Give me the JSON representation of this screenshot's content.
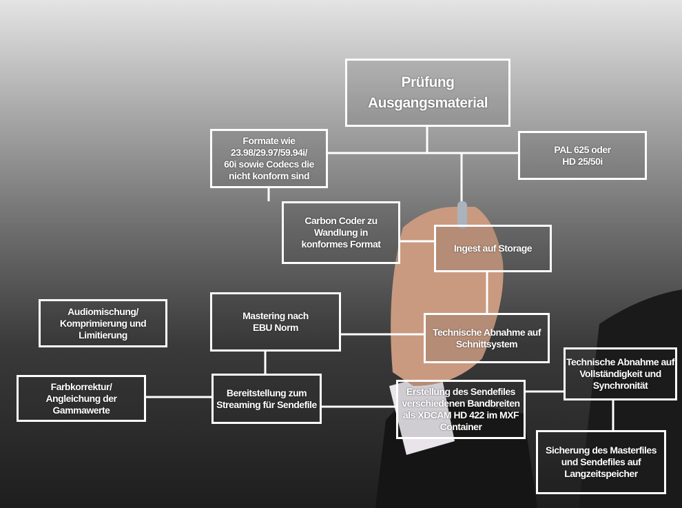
{
  "nodes": {
    "pruefung": "Prüfung\nAusgangsmaterial",
    "formate": "Formate wie\n23.98/29.97/59.94i/\n60i sowie Codecs die\nnicht konform sind",
    "pal": "PAL 625 oder\nHD 25/50i",
    "carbon": "Carbon Coder zu\nWandlung in\nkonformes Format",
    "ingest": "Ingest auf Storage",
    "audio": "Audiomischung/\nKomprimierung und\nLimitierung",
    "mastering": "Mastering nach\nEBU Norm",
    "technik_schnitt": "Technische Abnahme auf\nSchnittsystem",
    "farb": "Farbkorrektur/\nAngleichung der\nGammawerte",
    "bereitstellung": "Bereitstellung zum\nStreaming für Sendefile",
    "erstellung": "Erstellung des Sendefiles\nverschiedenen Bandbreiten\nals XDCAM HD 422 im MXF\nContainer",
    "technik_voll": "Technische Abnahme auf\nVollständigkeit und\nSynchronität",
    "sicherung": "Sicherung des Masterfiles\nund Sendefiles auf\nLangzeitspeicher"
  }
}
